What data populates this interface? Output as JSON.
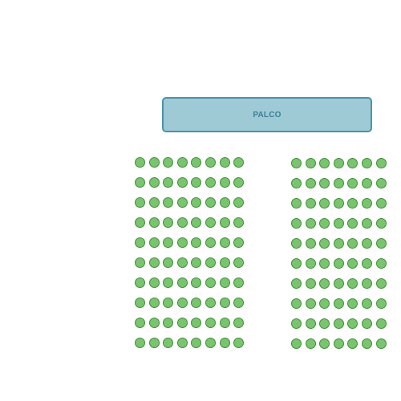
{
  "stage": {
    "label": "PALCO",
    "fill_color": "#9ecad6",
    "border_color": "#4b93a8",
    "text_color": "#3d7f94"
  },
  "seat_style": {
    "fill_color": "#7ac46f",
    "border_color": "#3f8f38",
    "status": "available"
  },
  "sections": [
    {
      "id": "left",
      "rows": 10,
      "seats_per_row": 8
    },
    {
      "id": "right",
      "rows": 10,
      "seats_per_row": 7
    }
  ]
}
